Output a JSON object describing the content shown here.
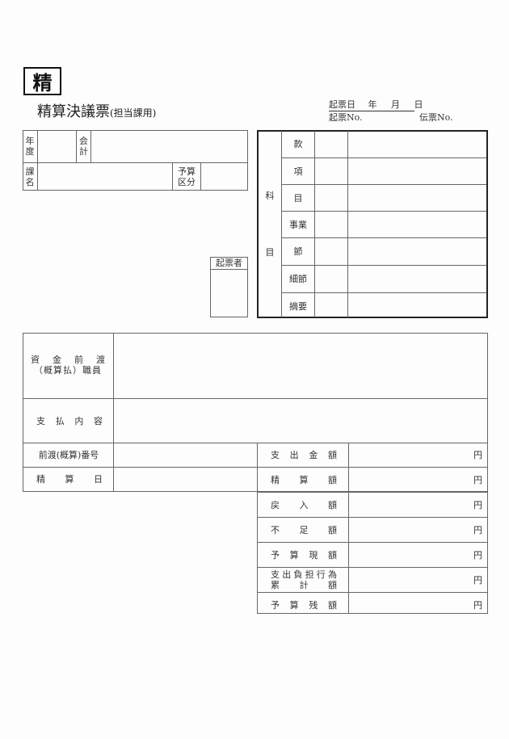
{
  "header": {
    "stamp": "精",
    "title": "精算決議票",
    "title_suffix": "(担当課用)",
    "date_label": "起票日",
    "date_year": "年",
    "date_month": "月",
    "date_day": "日",
    "draft_no_label": "起票No.",
    "slip_no_label": "伝票No."
  },
  "info_table": {
    "fiscal_year_label": [
      "年",
      "度"
    ],
    "account_label": [
      "会",
      "計"
    ],
    "section_label": [
      "課",
      "名"
    ],
    "budget_class_label": [
      "予算",
      "区分"
    ],
    "fiscal_year_value": "",
    "account_value": "",
    "section_value": "",
    "budget_class_value": ""
  },
  "drafter": {
    "label": "起票者",
    "value": ""
  },
  "kamoku": {
    "group_label_top": "科",
    "group_label_bottom": "目",
    "rows": [
      {
        "label": "款",
        "code": "",
        "name": ""
      },
      {
        "label": "項",
        "code": "",
        "name": ""
      },
      {
        "label": "目",
        "code": "",
        "name": ""
      },
      {
        "label": "事業",
        "code": "",
        "name": ""
      },
      {
        "label": "節",
        "code": "",
        "name": ""
      },
      {
        "label": "細節",
        "code": "",
        "name": ""
      },
      {
        "label": "摘要",
        "code": "",
        "name": ""
      }
    ]
  },
  "main": {
    "advance_staff_label_1": [
      "資",
      "金",
      "前",
      "渡"
    ],
    "advance_staff_label_2": "（概算払）職員",
    "advance_staff_value": "",
    "payment_content_label": [
      "支",
      "払",
      "内",
      "容"
    ],
    "payment_content_value": "",
    "advance_no_label": "前渡(概算)番号",
    "advance_no_value": "",
    "settle_date_label": [
      "精",
      "算",
      "日"
    ],
    "settle_date_value": ""
  },
  "amounts": {
    "currency": "円",
    "rows": [
      {
        "label": [
          "支",
          "出",
          "金",
          "額"
        ],
        "value": ""
      },
      {
        "label": [
          "精",
          "算",
          "額"
        ],
        "value": ""
      },
      {
        "label": [
          "戻",
          "入",
          "額"
        ],
        "value": ""
      },
      {
        "label": [
          "不",
          "足",
          "額"
        ],
        "value": ""
      },
      {
        "label": [
          "予",
          "算",
          "現",
          "額"
        ],
        "value": ""
      },
      {
        "label_line1": [
          "支",
          "出",
          "負",
          "担",
          "行",
          "為"
        ],
        "label_line2": [
          "累",
          "計",
          "額"
        ],
        "value": ""
      },
      {
        "label": [
          "予",
          "算",
          "残",
          "額"
        ],
        "value": ""
      }
    ]
  }
}
